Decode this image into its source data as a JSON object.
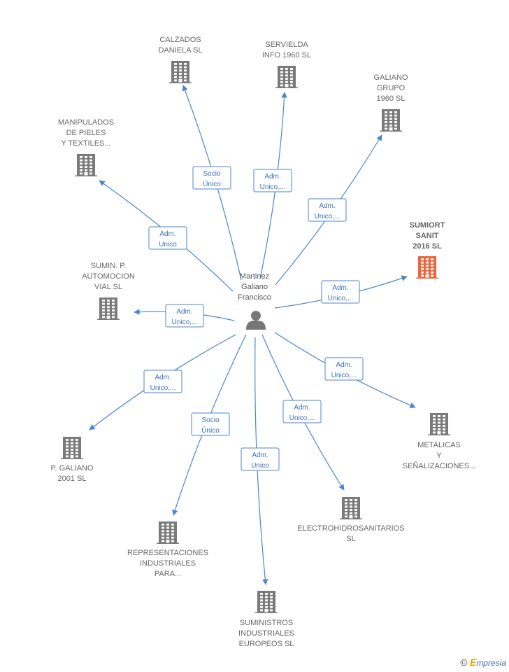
{
  "colors": {
    "edge": "#4a86d0",
    "building": "#7a7a7a",
    "building_highlight": "#f0643c",
    "person": "#777777",
    "label": "#666666"
  },
  "person": {
    "id": "p1",
    "icon": "person-icon",
    "lines": [
      "Martinez",
      "Galiano",
      "Francisco"
    ]
  },
  "nodes": [
    {
      "id": "calzados",
      "lines": [
        "CALZADOS",
        "DANIELA  SL"
      ],
      "icon": "building-icon",
      "highlight": false
    },
    {
      "id": "servielda",
      "lines": [
        "SERVIELDA",
        "INFO 1960  SL"
      ],
      "icon": "building-icon",
      "highlight": false
    },
    {
      "id": "galiano-grupo",
      "lines": [
        "GALIANO",
        "GRUPO",
        "1960  SL"
      ],
      "icon": "building-icon",
      "highlight": false
    },
    {
      "id": "manipulados",
      "lines": [
        "MANIPULADOS",
        "DE PIELES",
        "Y TEXTILES..."
      ],
      "icon": "building-icon",
      "highlight": false
    },
    {
      "id": "sumiort",
      "lines": [
        "SUMIORT",
        "SANIT",
        "2016  SL"
      ],
      "icon": "building-icon",
      "highlight": true
    },
    {
      "id": "sumin-automocion",
      "lines": [
        "SUMIN.  P.",
        "AUTOMOCION",
        "VIAL  SL"
      ],
      "icon": "building-icon",
      "highlight": false
    },
    {
      "id": "p-galiano",
      "lines": [
        "P.  GALIANO",
        "2001  SL"
      ],
      "icon": "building-icon",
      "highlight": false
    },
    {
      "id": "metalicas",
      "lines": [
        "METALICAS",
        "Y",
        "SEÑALIZACIONES..."
      ],
      "icon": "building-icon",
      "highlight": false
    },
    {
      "id": "electrohidro",
      "lines": [
        "ELECTROHIDROSANITARIOS",
        "SL"
      ],
      "icon": "building-icon",
      "highlight": false
    },
    {
      "id": "representaciones",
      "lines": [
        "REPRESENTACIONES",
        "INDUSTRIALES",
        "PARA..."
      ],
      "icon": "building-icon",
      "highlight": false
    },
    {
      "id": "suministros",
      "lines": [
        "SUMINISTROS",
        "INDUSTRIALES",
        "EUROPEOS SL"
      ],
      "icon": "building-icon",
      "highlight": false
    }
  ],
  "edges": [
    {
      "to": "calzados",
      "label": [
        "Socio",
        "Único"
      ]
    },
    {
      "to": "servielda",
      "label": [
        "Adm.",
        "Unico,..."
      ]
    },
    {
      "to": "galiano-grupo",
      "label": [
        "Adm.",
        "Unico,..."
      ]
    },
    {
      "to": "manipulados",
      "label": [
        "Adm.",
        "Unico"
      ]
    },
    {
      "to": "sumiort",
      "label": [
        "Adm.",
        "Unico,..."
      ]
    },
    {
      "to": "sumin-automocion",
      "label": [
        "Adm.",
        "Unico,..."
      ]
    },
    {
      "to": "p-galiano",
      "label": [
        "Adm.",
        "Unico,..."
      ]
    },
    {
      "to": "metalicas",
      "label": [
        "Adm.",
        "Unico,..."
      ]
    },
    {
      "to": "electrohidro",
      "label": [
        "Adm.",
        "Unico,..."
      ]
    },
    {
      "to": "representaciones",
      "label": [
        "Socio",
        "Único"
      ]
    },
    {
      "to": "suministros",
      "label": [
        "Adm.",
        "Unico"
      ]
    }
  ],
  "copyright": {
    "symbol": "©",
    "brand_initial": "E",
    "brand_rest": "mpresia"
  }
}
